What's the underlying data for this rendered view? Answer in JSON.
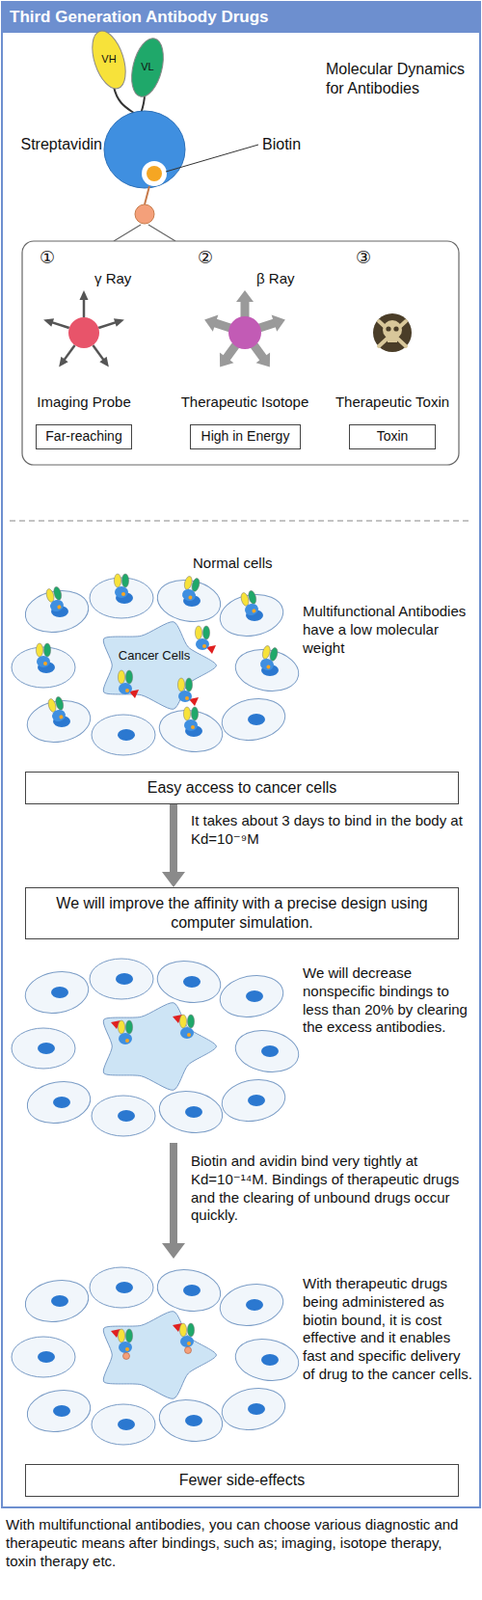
{
  "diagram": {
    "title": "Third Generation Antibody Drugs",
    "caption": "With multifunctional antibodies, you can choose various diagnostic and therapeutic means after bindings, such as; imaging, isotope therapy, toxin therapy etc.",
    "nodes": [
      {
        "text": [
          "Far-reaching"
        ]
      },
      {
        "text": [
          "High in Energy"
        ]
      },
      {
        "text": [
          "Toxin"
        ]
      },
      {
        "text": [
          "Easy access to cancer cells"
        ]
      },
      {
        "text": [
          "We will improve the affinity with a precise design using computer simulation."
        ]
      },
      {
        "text": [
          "Fewer side-effects"
        ]
      }
    ],
    "edges": [
      {
        "from": 3,
        "to": 4,
        "arrow": "to",
        "label": "It takes about 3 days to bind in the body at Kd=10⁻⁹M"
      }
    ],
    "labels": [
      "VH",
      "VL",
      "Molecular Dynamics for Antibodies",
      "Streptavidin",
      "Biotin",
      "①",
      "γ Ray",
      "Imaging Probe",
      "②",
      "β Ray",
      "Therapeutic Isotope",
      "③",
      "Therapeutic Toxin",
      "Normal cells",
      "Cancer Cells",
      "Multifunctional Antibodies have a low molecular weight",
      "We will decrease nonspecific bindings to less than 20% by clearing the excess antibodies.",
      "Biotin and avidin bind very tightly at Kd=10⁻¹⁴M. Bindings of therapeutic drugs and the clearing of unbound drugs occur quickly.",
      "With therapeutic drugs being administered as biotin bound, it is cost effective and it enables fast and specific delivery of drug to the cancer cells."
    ]
  }
}
